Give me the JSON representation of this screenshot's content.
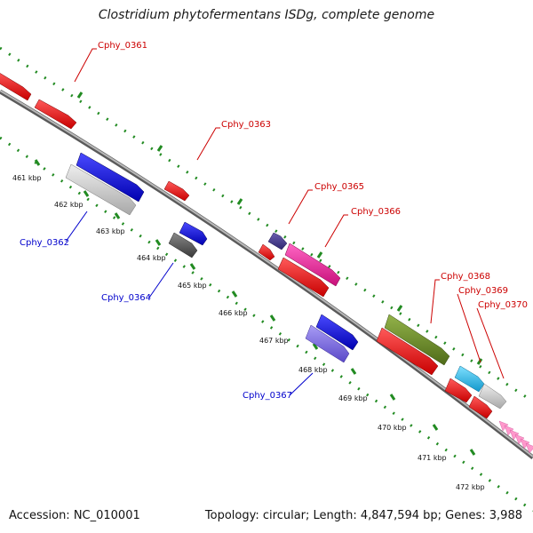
{
  "title": "Clostridium phytofermentans ISDg, complete genome",
  "accession": "Accession: NC_010001",
  "summary": "Topology: circular; Length: 4,847,594 bp; Genes: 3,988",
  "colors": {
    "backbone": "#8a8a8a",
    "tick_dots": "#228b22",
    "forward_label": "#cc0000",
    "reverse_label": "#0000cc",
    "red_gene": "#ff0000",
    "blue_gene": "#0000ff",
    "gray_gene": "#cccccc",
    "dark_gray_gene": "#555555",
    "slate_gene": "#4b3f8f",
    "pink_gene": "#ff1493",
    "olive_gene": "#6b8e23",
    "cyan_gene": "#22bbee",
    "lilac_gene": "#7b68ee",
    "arrow_pink": "#ff99cc"
  },
  "kbp_ticks": [
    "461 kbp",
    "462 kbp",
    "463 kbp",
    "464 kbp",
    "465 kbp",
    "466 kbp",
    "467 kbp",
    "468 kbp",
    "469 kbp",
    "470 kbp",
    "471 kbp",
    "472 kbp"
  ],
  "gene_labels": {
    "forward": [
      "Cphy_0361",
      "Cphy_0363",
      "Cphy_0365",
      "Cphy_0366",
      "Cphy_0368",
      "Cphy_0369",
      "Cphy_0370"
    ],
    "reverse": [
      "Cphy_0362",
      "Cphy_0364",
      "Cphy_0367"
    ]
  }
}
